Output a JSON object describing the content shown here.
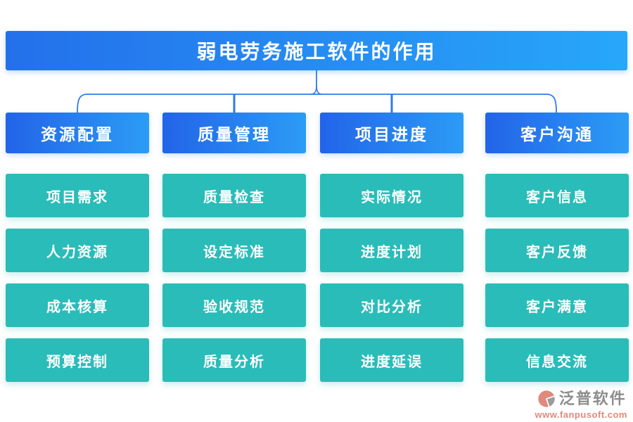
{
  "title": {
    "text": "弱电劳务施工软件的作用"
  },
  "columns": [
    {
      "header": "资源配置",
      "items": [
        "项目需求",
        "人力资源",
        "成本核算",
        "预算控制"
      ]
    },
    {
      "header": "质量管理",
      "items": [
        "质量检查",
        "设定标准",
        "验收规范",
        "质量分析"
      ]
    },
    {
      "header": "项目进度",
      "items": [
        "实际情况",
        "进度计划",
        "对比分析",
        "进度延误"
      ]
    },
    {
      "header": "客户沟通",
      "items": [
        "客户信息",
        "客户反馈",
        "客户满意",
        "信息交流"
      ]
    }
  ],
  "footer": {
    "brand": "泛普软件",
    "url": "www.fanpusoft.com"
  },
  "colors": {
    "title_gradient_start": "#2470EA",
    "title_gradient_end": "#27A7FA",
    "header_gradient_start": "#2264E8",
    "header_gradient_end": "#2C9CF5",
    "node_teal": "#2ABCB9",
    "connector_blue": "#2E7BEB",
    "brand_gray": "#8D8D8D",
    "brand_salmon": "#E0897C"
  }
}
